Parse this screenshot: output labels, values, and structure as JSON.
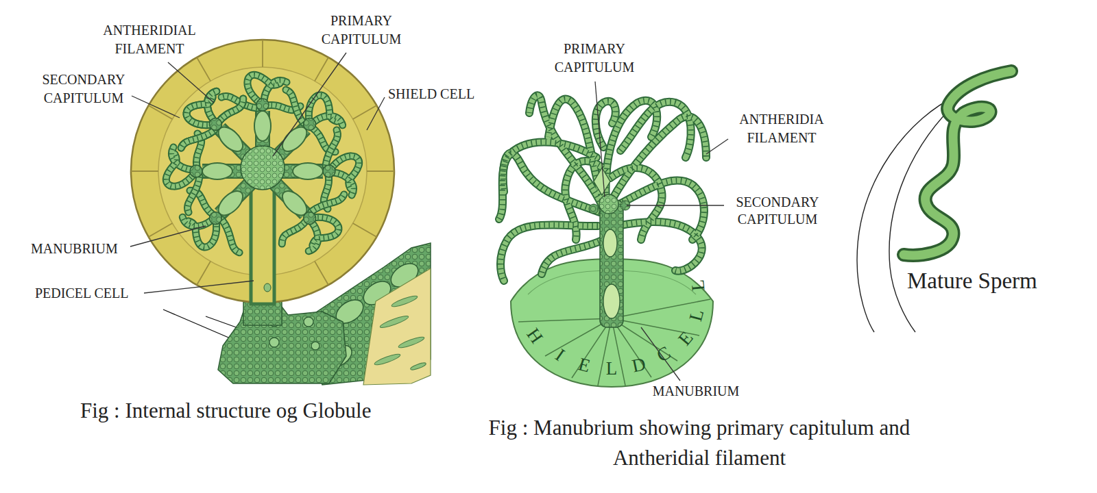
{
  "diagram": {
    "labels": [
      "ANTHERIDIAL FILAMENT",
      "PRIMARY CAPITULUM",
      "SECONDARY CAPITULUM",
      "SHIELD CELL",
      "MANUBRIUM",
      "PEDICEL CELL",
      "Fig : Internal structure og Globule",
      "PRIMARY CAPITULUM",
      "ANTHERIDIA FILAMENT",
      "SECONDARY CAPITULUM",
      "MANUBRIUM",
      "H",
      "I",
      "E",
      "L",
      "D",
      "C",
      "E",
      "L",
      "L",
      "Mature Sperm",
      "Fig : Manubrium showing primary capitulum and Antheridial filament"
    ]
  }
}
